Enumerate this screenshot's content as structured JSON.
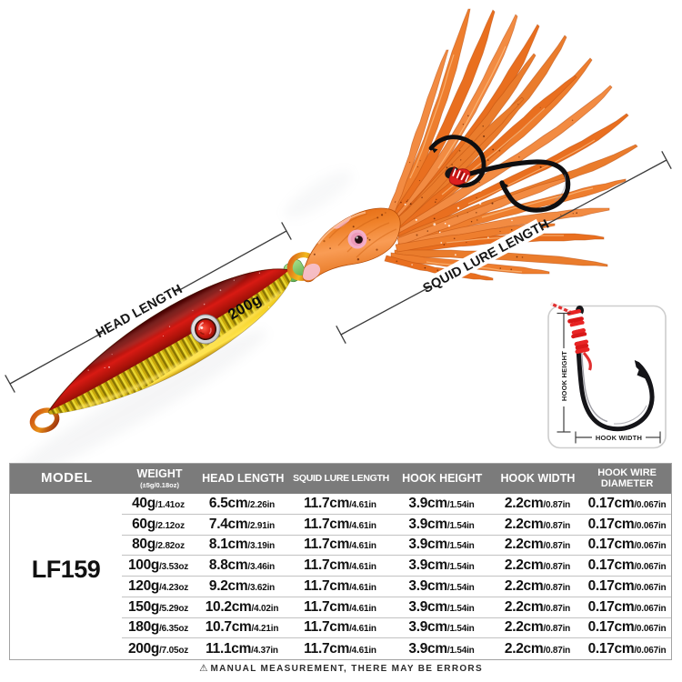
{
  "colors": {
    "header_bg": "#7b7b7b",
    "skirt_orange": "#ee7e2e",
    "jig_red": "#c21512",
    "jig_gold": "#f2c41c",
    "hook_black": "#17171a",
    "cord_red": "#e82424"
  },
  "lure": {
    "weight_print": "200g",
    "annotations": {
      "head_length": "HEAD LENGTH",
      "squid_lure_length": "SQUID LURE LENGTH",
      "hook_height": "HOOK HEIGHT",
      "hook_width": "HOOK WIDTH"
    }
  },
  "table": {
    "headers": {
      "model": "MODEL",
      "weight": "WEIGHT",
      "weight_note": "(±5g/0.18oz)",
      "head_length": "HEAD LENGTH",
      "squid_lure_length": "SQUID LURE LENGTH",
      "hook_height": "HOOK HEIGHT",
      "hook_width": "HOOK WIDTH",
      "hook_wire_line1": "HOOK WIRE",
      "hook_wire_line2": "DIAMETER"
    },
    "model_value": "LF159",
    "rows": [
      {
        "weight": "40g",
        "weight_oz": "/1.41oz",
        "head": "6.5cm",
        "head_in": "/2.26in",
        "squid": "11.7cm",
        "squid_in": "/4.61in",
        "hook_h": "3.9cm",
        "hook_h_in": "/1.54in",
        "hook_w": "2.2cm",
        "hook_w_in": "/0.87in",
        "wire": "0.17cm",
        "wire_in": "/0.067in"
      },
      {
        "weight": "60g",
        "weight_oz": "/2.12oz",
        "head": "7.4cm",
        "head_in": "/2.91in",
        "squid": "11.7cm",
        "squid_in": "/4.61in",
        "hook_h": "3.9cm",
        "hook_h_in": "/1.54in",
        "hook_w": "2.2cm",
        "hook_w_in": "/0.87in",
        "wire": "0.17cm",
        "wire_in": "/0.067in"
      },
      {
        "weight": "80g",
        "weight_oz": "/2.82oz",
        "head": "8.1cm",
        "head_in": "/3.19in",
        "squid": "11.7cm",
        "squid_in": "/4.61in",
        "hook_h": "3.9cm",
        "hook_h_in": "/1.54in",
        "hook_w": "2.2cm",
        "hook_w_in": "/0.87in",
        "wire": "0.17cm",
        "wire_in": "/0.067in"
      },
      {
        "weight": "100g",
        "weight_oz": "/3.53oz",
        "head": "8.8cm",
        "head_in": "/3.46in",
        "squid": "11.7cm",
        "squid_in": "/4.61in",
        "hook_h": "3.9cm",
        "hook_h_in": "/1.54in",
        "hook_w": "2.2cm",
        "hook_w_in": "/0.87in",
        "wire": "0.17cm",
        "wire_in": "/0.067in"
      },
      {
        "weight": "120g",
        "weight_oz": "/4.23oz",
        "head": "9.2cm",
        "head_in": "/3.62in",
        "squid": "11.7cm",
        "squid_in": "/4.61in",
        "hook_h": "3.9cm",
        "hook_h_in": "/1.54in",
        "hook_w": "2.2cm",
        "hook_w_in": "/0.87in",
        "wire": "0.17cm",
        "wire_in": "/0.067in"
      },
      {
        "weight": "150g",
        "weight_oz": "/5.29oz",
        "head": "10.2cm",
        "head_in": "/4.02in",
        "squid": "11.7cm",
        "squid_in": "/4.61in",
        "hook_h": "3.9cm",
        "hook_h_in": "/1.54in",
        "hook_w": "2.2cm",
        "hook_w_in": "/0.87in",
        "wire": "0.17cm",
        "wire_in": "/0.067in"
      },
      {
        "weight": "180g",
        "weight_oz": "/6.35oz",
        "head": "10.7cm",
        "head_in": "/4.21in",
        "squid": "11.7cm",
        "squid_in": "/4.61in",
        "hook_h": "3.9cm",
        "hook_h_in": "/1.54in",
        "hook_w": "2.2cm",
        "hook_w_in": "/0.87in",
        "wire": "0.17cm",
        "wire_in": "/0.067in"
      },
      {
        "weight": "200g",
        "weight_oz": "/7.05oz",
        "head": "11.1cm",
        "head_in": "/4.37in",
        "squid": "11.7cm",
        "squid_in": "/4.61in",
        "hook_h": "3.9cm",
        "hook_h_in": "/1.54in",
        "hook_w": "2.2cm",
        "hook_w_in": "/0.87in",
        "wire": "0.17cm",
        "wire_in": "/0.067in"
      }
    ]
  },
  "footer": {
    "warning_icon": "⚠",
    "note": "MANUAL MEASUREMENT, THERE MAY BE ERRORS"
  }
}
